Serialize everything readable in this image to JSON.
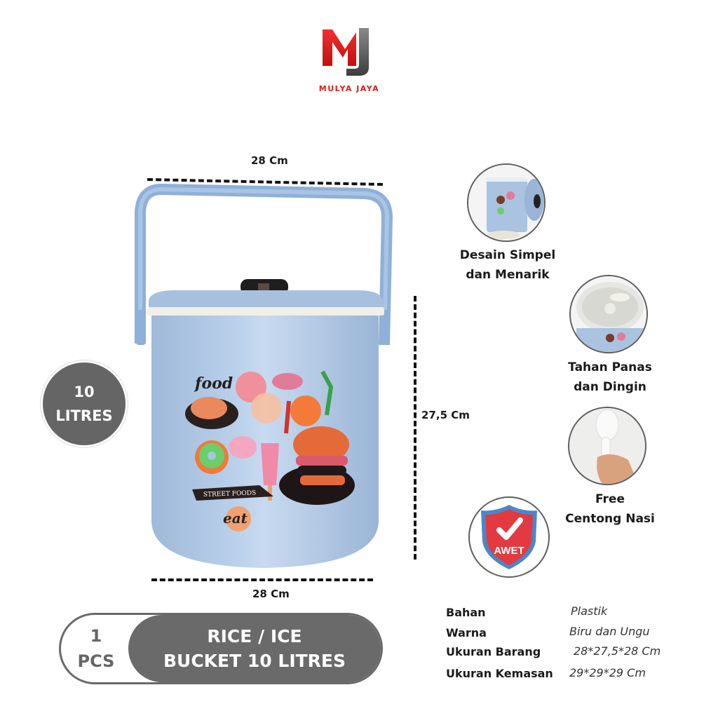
{
  "brand": {
    "name": "MULYA JAYA",
    "logo_letters": "MJ",
    "colors": {
      "red": "#e01b1b",
      "gray": "#5a5a5a"
    }
  },
  "dimensions": {
    "top_width": "28 Cm",
    "bottom_width": "28 Cm",
    "height": "27,5 Cm"
  },
  "product_image": {
    "description": "Blue rice/ice bucket with handle and food print",
    "print_texts": [
      "food",
      "STREET FOODS",
      "eat"
    ],
    "colors": {
      "body": "#a9c3e0",
      "handle": "#8fb0d8",
      "knob": "#222222",
      "rim": "#f1efe6"
    }
  },
  "capacity_badge": {
    "line1": "10",
    "line2": "LITRES"
  },
  "features": [
    {
      "label_line1": "Desain Simpel",
      "label_line2": "dan Menarik",
      "icon": "bucket-photo"
    },
    {
      "label_line1": "Tahan Panas",
      "label_line2": "dan Dingin",
      "icon": "inner-lid-photo"
    },
    {
      "label_line1": "Free",
      "label_line2": "Centong Nasi",
      "icon": "rice-scoop-photo"
    },
    {
      "label_line1": "",
      "label_line2": "",
      "icon": "shield-check-icon",
      "badge_text": "AWET"
    }
  ],
  "title_pill": {
    "qty_line1": "1",
    "qty_line2": "PCS",
    "name_line1": "RICE / ICE",
    "name_line2": "BUCKET 10 LITRES"
  },
  "specs": [
    {
      "key": "Bahan",
      "value": "Plastik"
    },
    {
      "key": "Warna",
      "value": "Biru dan Ungu"
    },
    {
      "key": "Ukuran Barang",
      "value": "28*27,5*28 Cm"
    },
    {
      "key": "Ukuran Kemasan",
      "value": "29*29*29 Cm"
    }
  ]
}
